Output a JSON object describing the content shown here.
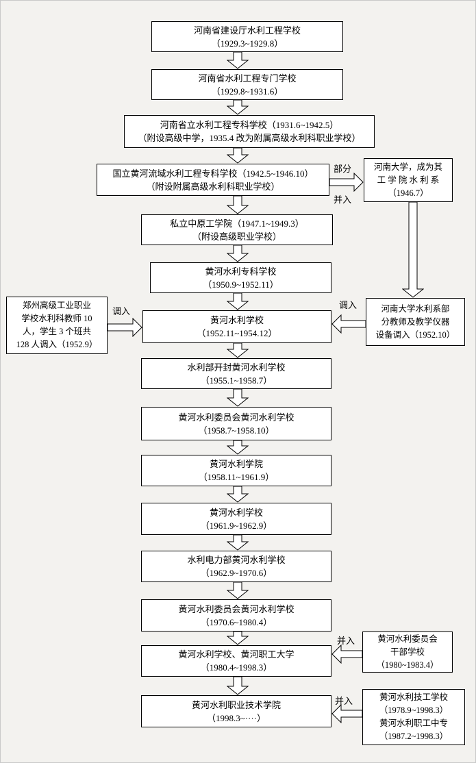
{
  "colors": {
    "background": "#f3f2ef",
    "node_background": "#ffffff",
    "node_border": "#000000",
    "text": "#000000"
  },
  "main_nodes": [
    {
      "line1": "河南省建设厅水利工程学校",
      "line2": "（1929.3~1929.8）"
    },
    {
      "line1": "河南省水利工程专门学校",
      "line2": "（1929.8~1931.6）"
    },
    {
      "line1": "河南省立水利工程专科学校（1931.6~1942.5）",
      "line2": "（附设高级中学，1935.4 改为附属高级水利科职业学校）"
    },
    {
      "line1": "国立黄河流域水利工程专科学校（1942.5~1946.10）",
      "line2": "（附设附属高级水利科职业学校）"
    },
    {
      "line1": "私立中原工学院（1947.1~1949.3）",
      "line2": "（附设高级职业学校）"
    },
    {
      "line1": "黄河水利专科学校",
      "line2": "（1950.9~1952.11）"
    },
    {
      "line1": "黄河水利学校",
      "line2": "（1952.11~1954.12）"
    },
    {
      "line1": "水利部开封黄河水利学校",
      "line2": "（1955.1~1958.7）"
    },
    {
      "line1": "黄河水利委员会黄河水利学校",
      "line2": "（1958.7~1958.10）"
    },
    {
      "line1": "黄河水利学院",
      "line2": "（1958.11~1961.9）"
    },
    {
      "line1": "黄河水利学校",
      "line2": "（1961.9~1962.9）"
    },
    {
      "line1": "水利电力部黄河水利学校",
      "line2": "（1962.9~1970.6）"
    },
    {
      "line1": "黄河水利委员会黄河水利学校",
      "line2": "（1970.6~1980.4）"
    },
    {
      "line1": "黄河水利学校、黄河职工大学",
      "line2": "（1980.4~1998.3）"
    },
    {
      "line1": "黄河水利职业技术学院",
      "line2": "（1998.3~····）"
    }
  ],
  "side_nodes": {
    "henan_university": {
      "lines": [
        "河南大学，成为其",
        "工 学 院 水 利 系",
        "（1946.7）"
      ]
    },
    "zhengzhou_school": {
      "lines": [
        "郑州高级工业职业",
        "学校水利科教师 10",
        "人，学生 3 个班共",
        "128 人调入（1952.9）"
      ]
    },
    "henan_univ_transfer": {
      "lines": [
        "河南大学水利系部",
        "分教师及教学仪器",
        "设备调入（1952.10）"
      ]
    },
    "cadre_school": {
      "lines": [
        "黄河水利委员会",
        "干部学校",
        "（1980~1983.4）"
      ]
    },
    "technical_schools": {
      "lines": [
        "黄河水利技工学校",
        "（1978.9~1998.3）",
        "黄河水利职工中专",
        "（1987.2~1998.3）"
      ]
    }
  },
  "edge_labels": {
    "partial": "部分",
    "merge_into_1": "并入",
    "transfer_in_left": "调入",
    "transfer_in_right": "调入",
    "merge_into_2": "并入",
    "merge_into_3": "并入"
  }
}
